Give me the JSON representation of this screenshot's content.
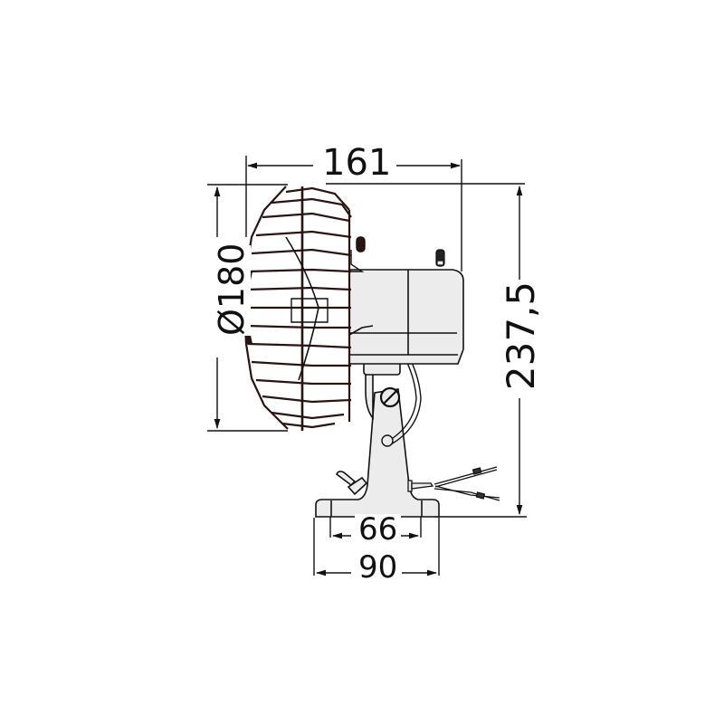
{
  "drawing": {
    "subject": "marine-oscillating-fan-side-view",
    "colors": {
      "line": "#111111",
      "body_fill": "#ececec",
      "guard_stroke": "#2a1410",
      "background": "#ffffff"
    },
    "dimensions": {
      "overall_depth": "161",
      "guard_diameter": "Ø180",
      "overall_height": "237,5",
      "mount_hole_spacing": "66",
      "base_width": "90"
    }
  }
}
